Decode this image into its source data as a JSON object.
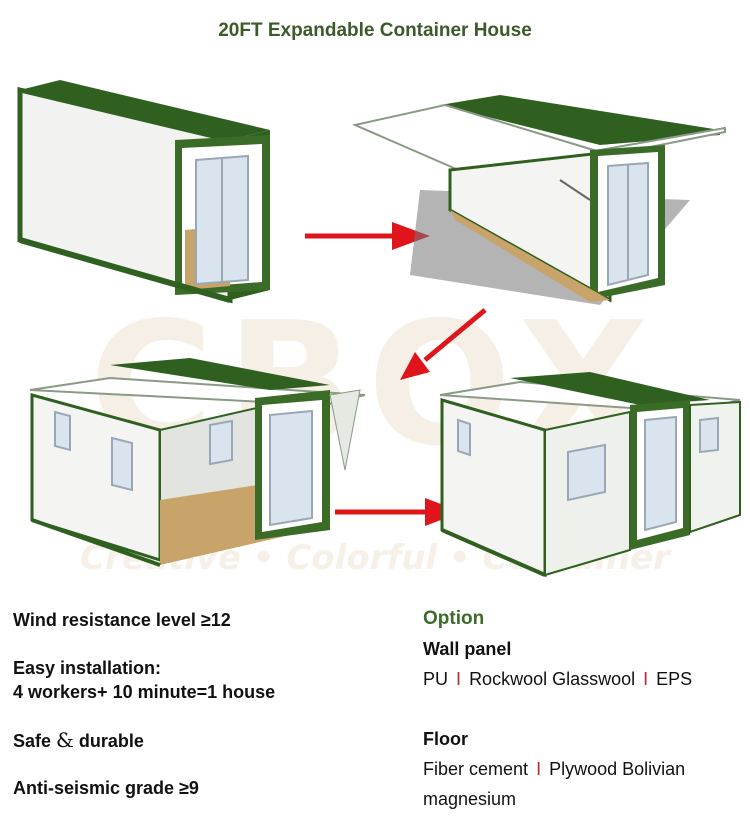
{
  "title": "20FT Expandable Container House",
  "watermark": {
    "brand": "CBOX",
    "tagline": "Creative • Colorful • Container"
  },
  "features": {
    "wind": "Wind resistance level ≥12",
    "install_title": "Easy installation:",
    "install_detail": "4 workers+ 10 minute=1 house",
    "safe_word1": "Safe",
    "safe_amp": "&",
    "safe_word2": "durable",
    "seismic": "Anti-seismic grade ≥9"
  },
  "options": {
    "heading": "Option",
    "wall_panel": {
      "label": "Wall panel",
      "items": [
        "PU",
        "Rockwool Glasswool",
        "EPS"
      ]
    },
    "floor": {
      "label": "Floor",
      "items": [
        "Fiber cement",
        "Plywood Bolivian magnesium"
      ]
    },
    "separator": "I"
  },
  "colors": {
    "title": "#3c5a2a",
    "roof_green": "#2f5e1f",
    "arrow_red": "#e0151b",
    "option_green": "#3e6b2a",
    "separator_red": "#c0272d"
  }
}
